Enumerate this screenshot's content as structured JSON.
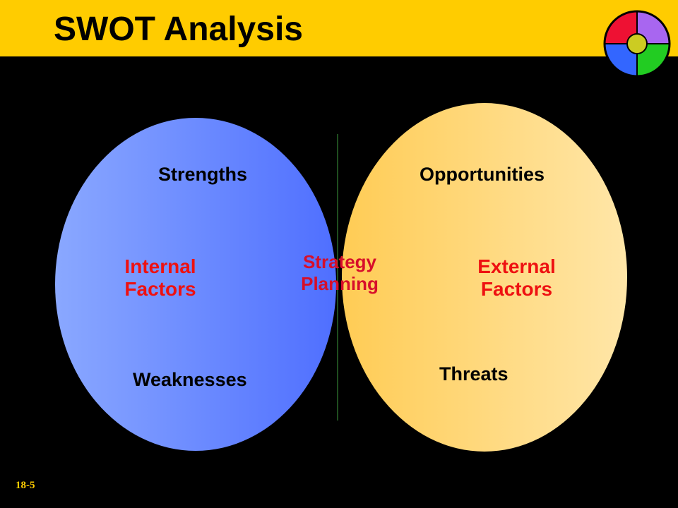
{
  "title": "SWOT Analysis",
  "slide_number": "18-5",
  "labels": {
    "strengths": "Strengths",
    "opportunities": "Opportunities",
    "weaknesses": "Weaknesses",
    "threats": "Threats",
    "internal_line1": "Internal",
    "internal_line2": "Factors",
    "external_line1": "External",
    "external_line2": "Factors",
    "center_line1": "Strategy",
    "center_line2": "Planning"
  },
  "colors": {
    "title_bar": "#FFCC00",
    "background": "#000000",
    "left_circle_light": "#8AA8FF",
    "left_circle_dark": "#4F6FFF",
    "right_circle_dark": "#FFCC55",
    "right_circle_light": "#FFE6A8",
    "overlap": "#52B852",
    "factor_text": "#EE1111",
    "center_text": "#D70E2A"
  },
  "logo": {
    "icon": "quadrant-wheel-icon",
    "quadrant_colors": [
      "#EE1133",
      "#A866F0",
      "#22CC22",
      "#3366FF"
    ],
    "center_color": "#CCCC22"
  }
}
